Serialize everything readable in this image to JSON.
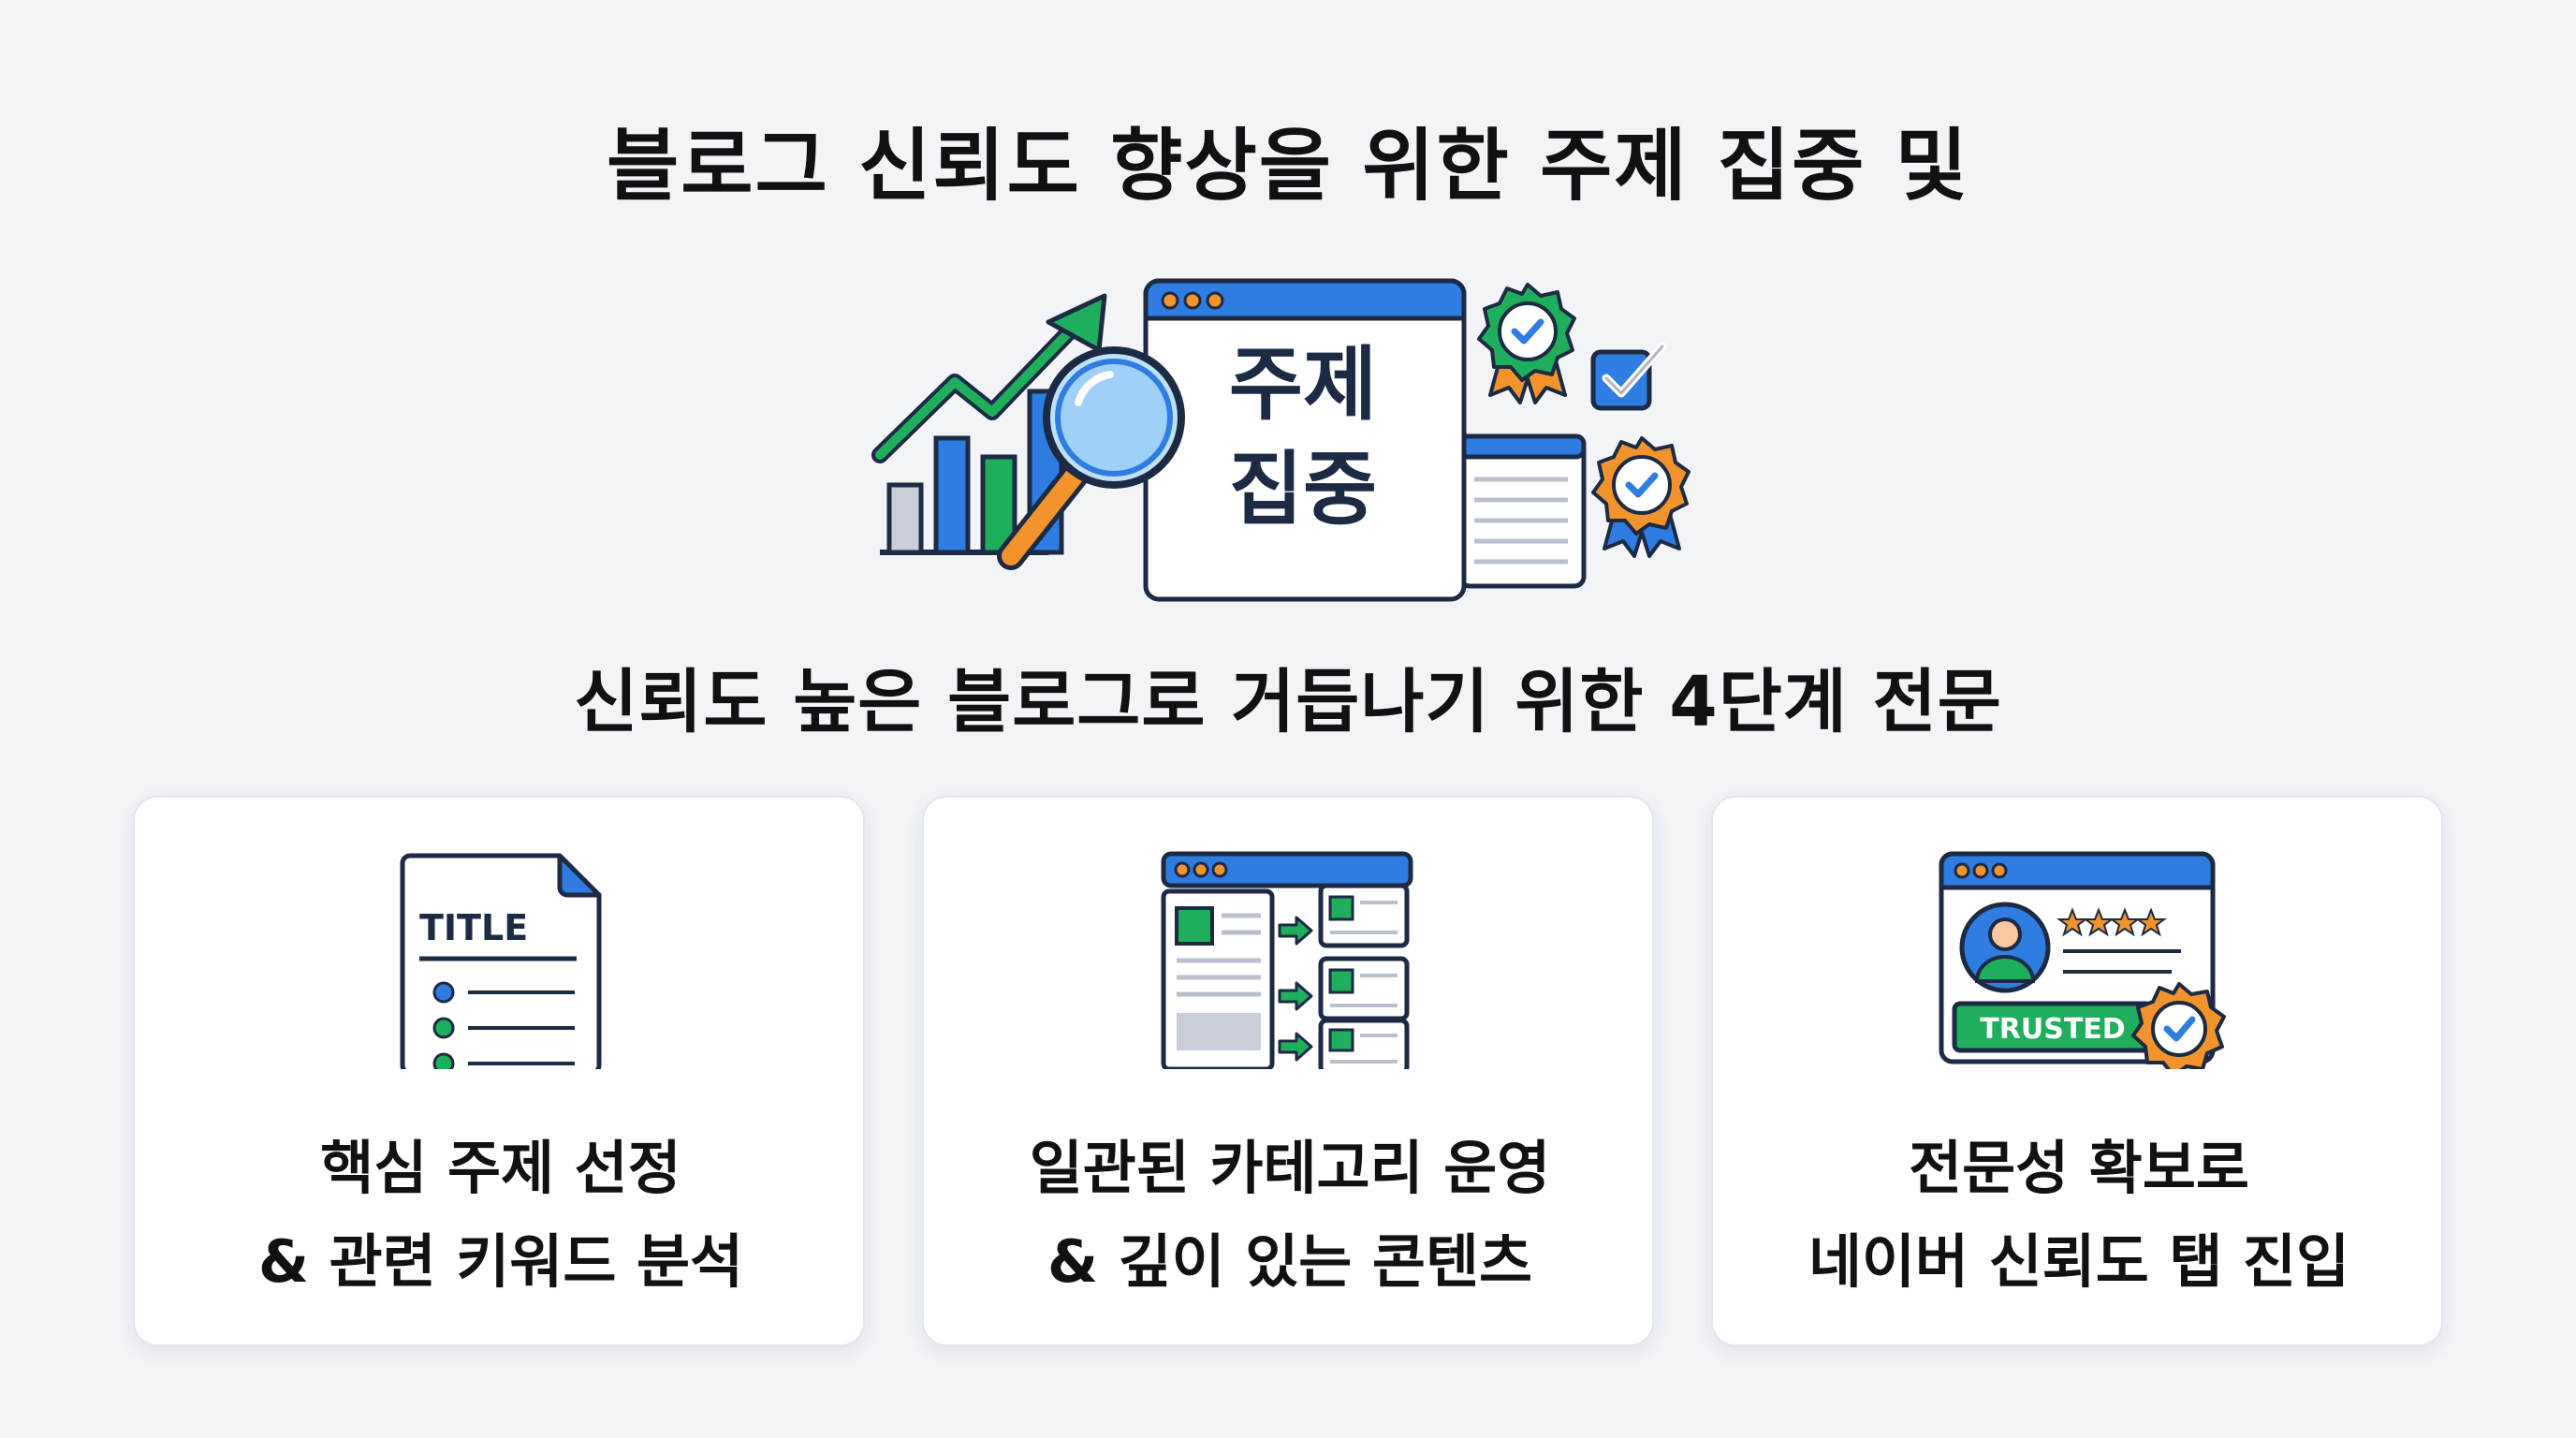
{
  "title": "블로그 신뢰도 향상을 위한 주제 집중 및",
  "hero": {
    "window_line1": "주제",
    "window_line2": "집중"
  },
  "subtitle": "신뢰도 높은 블로그로 거듭나기 위한 4단계 전문",
  "cards": [
    {
      "icon": "document-title-icon",
      "doc_label": "TITLE",
      "line1": "핵심 주제 선정",
      "line2": "& 관련 키워드 분석"
    },
    {
      "icon": "category-flow-icon",
      "line1": "일관된 카테고리 운영",
      "line2": "& 깊이 있는 콘텐츠"
    },
    {
      "icon": "trusted-profile-icon",
      "badge": "TRUSTED",
      "line1": "전문성 확보로",
      "line2": "네이버 신뢰도 탭 진입"
    }
  ],
  "colors": {
    "background": "#f2f4f8",
    "blue": "#2f7de1",
    "green": "#1fae5b",
    "orange": "#f2932c",
    "navy": "#1c2a44"
  }
}
